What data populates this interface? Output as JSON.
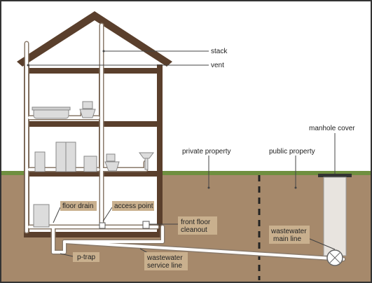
{
  "labels": {
    "stack": "stack",
    "vent": "vent",
    "manhole_cover": "manhole cover",
    "private_property": "private property",
    "public_property": "public property",
    "floor_drain": "floor drain",
    "access_point": "access point",
    "front_floor_cleanout_line1": "front floor",
    "front_floor_cleanout_line2": "cleanout",
    "wastewater_main_line_line1": "wastewater",
    "wastewater_main_line_line2": "main line",
    "p_trap": "p-trap",
    "wastewater_service_line_line1": "wastewater",
    "wastewater_service_line_line2": "service line"
  },
  "colors": {
    "house_frame": "#5a3f2c",
    "soil": "#a6896b",
    "grass": "#6f8f3f",
    "pipe": "#ffffff",
    "label_box": "#c9b08e",
    "fixture": "#dcdcdc",
    "sky": "#ffffff"
  }
}
